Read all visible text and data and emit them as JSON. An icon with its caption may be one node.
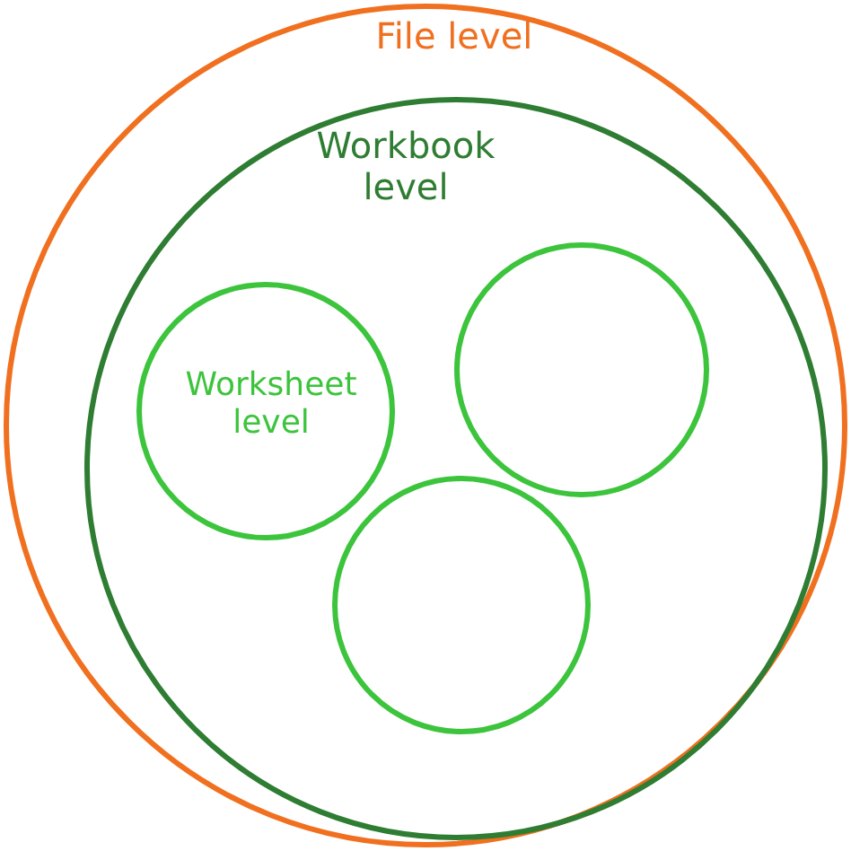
{
  "diagram": {
    "nodes": [
      {
        "text": [
          "File level"
        ]
      },
      {
        "text": [
          "Workbook level"
        ],
        "in": 0
      },
      {
        "text": [
          "Worksheet level"
        ],
        "in": 1
      },
      {
        "text": [],
        "shape": "circle",
        "in": 1
      },
      {
        "text": [],
        "shape": "circle",
        "in": 1
      }
    ]
  }
}
